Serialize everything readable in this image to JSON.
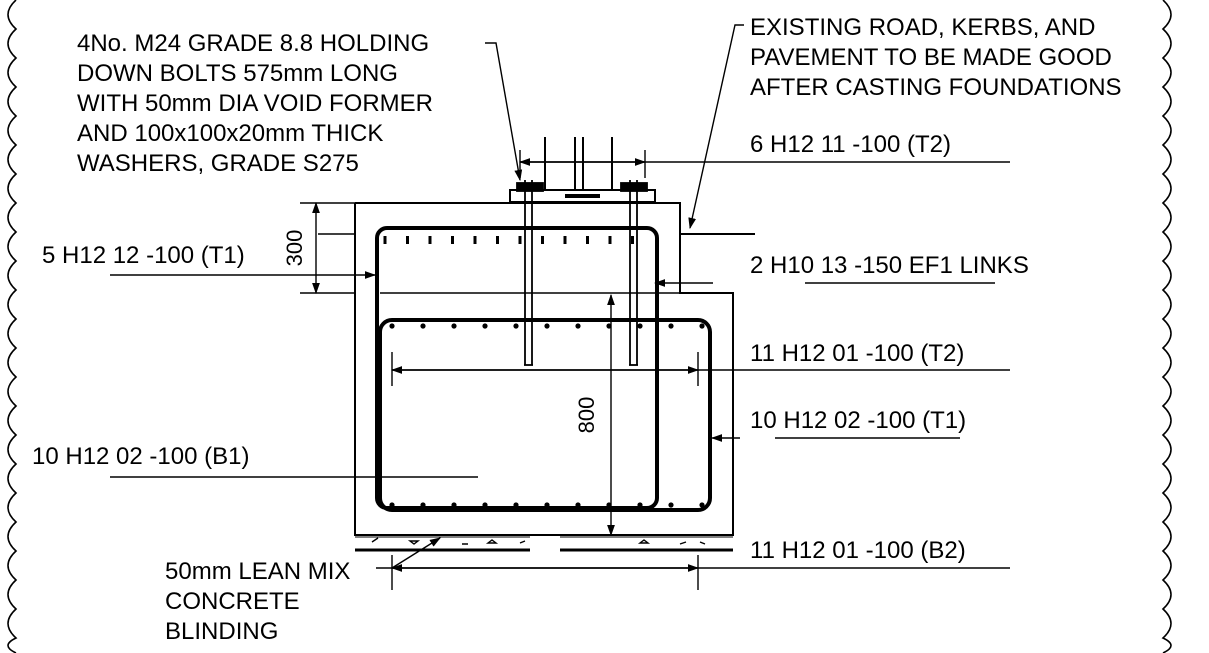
{
  "labels": {
    "holding_bolts": [
      "4No. M24 GRADE 8.8 HOLDING",
      "DOWN BOLTS 575mm LONG",
      "WITH 50mm DIA VOID FORMER",
      "AND 100x100x20mm THICK",
      "WASHERS, GRADE S275"
    ],
    "existing_road": [
      "EXISTING ROAD, KERBS, AND",
      "PAVEMENT TO BE MADE GOOD",
      "AFTER CASTING FOUNDATIONS"
    ],
    "rebar_6_h12_11": "6 H12 11 -100 (T2)",
    "rebar_5_h12_12": "5 H12 12 -100  (T1)",
    "rebar_2_h10_13": "2 H10 13 -150 EF1 LINKS",
    "rebar_11_h12_01_t2": "11 H12 01 -100 (T2)",
    "rebar_10_h12_02_t1": "10 H12 02 -100  (T1)",
    "rebar_10_h12_02_b1": "10 H12 02 -100  (B1)",
    "rebar_11_h12_01_b2": "11 H12 01 -100 (B2)",
    "blinding": [
      "50mm LEAN MIX",
      "CONCRETE",
      "BLINDING"
    ]
  },
  "dimensions": {
    "upstand_height": "300",
    "base_depth": "800"
  }
}
